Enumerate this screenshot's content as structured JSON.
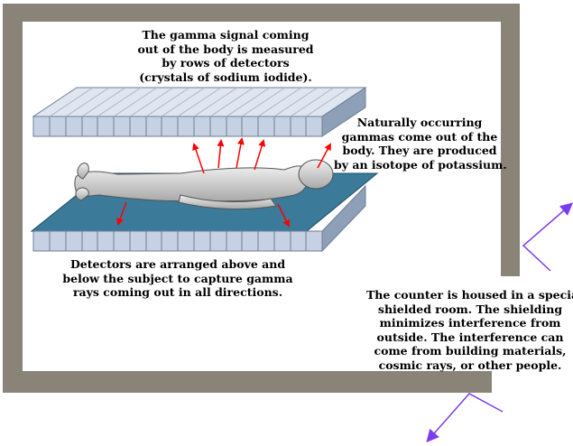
{
  "captions": {
    "top": [
      "The gamma signal coming",
      "out of the body is measured",
      "by rows of detectors",
      "(crystals of sodium iodide)."
    ],
    "right": [
      "Naturally occurring",
      "gammas come out of the",
      "body.  They are produced",
      "by an isotope of potassium."
    ],
    "bottom": [
      "Detectors are arranged above and",
      "below the subject to capture gamma",
      "rays coming out in all directions."
    ],
    "room": [
      "The counter is housed in a special",
      "shielded room.  The shielding",
      "minimizes interference from",
      "outside.  The interference can",
      "come from building materials,",
      "cosmic rays, or other people."
    ]
  },
  "colors": {
    "wall": "#8a8478",
    "detector_face": "#c6d2e4",
    "detector_top": "#dfe6f0",
    "table": "#3b7a99",
    "body": "#d4d4d4",
    "gamma_arrow": "#ff0000",
    "external_ray": "#7b3cf0"
  }
}
